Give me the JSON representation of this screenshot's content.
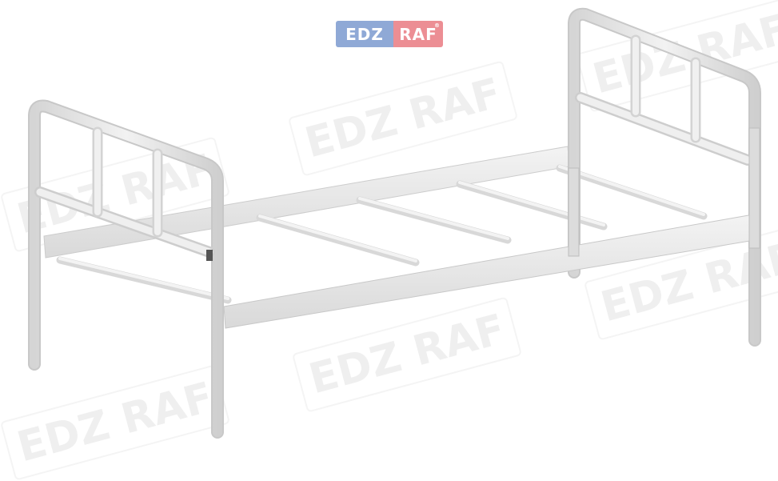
{
  "brand": {
    "left": "EDZ",
    "right": "RAF",
    "reg_mark": "®",
    "left_color": "#8fa9d6",
    "right_color": "#ec8e94"
  },
  "watermark": {
    "text": "EDZ RAF"
  },
  "colors": {
    "frame": "#e9e9e9",
    "frame_edge": "#c9c9c9",
    "shadow": "#d2d2d2"
  }
}
